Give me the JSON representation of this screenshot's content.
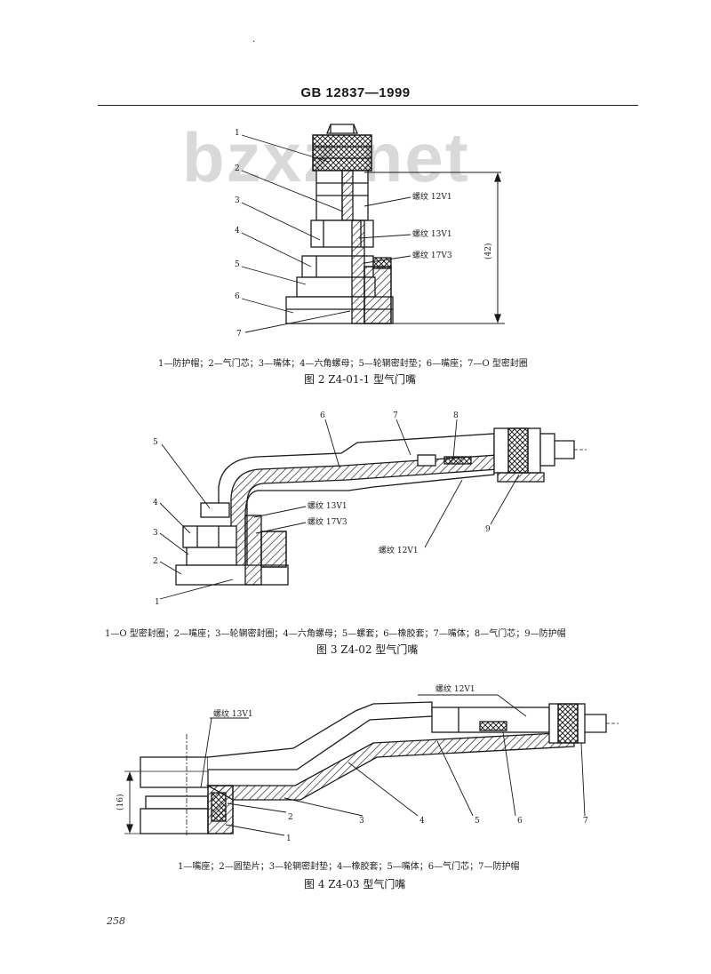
{
  "header": {
    "standard": "GB 12837—1999"
  },
  "watermark": "bzxz.net",
  "page_number": "258",
  "fig2": {
    "labels": [
      "1",
      "2",
      "3",
      "4",
      "5",
      "6",
      "7"
    ],
    "thread_12": "螺纹 12V1",
    "thread_13": "螺纹 13V1",
    "thread_17": "螺纹 17V3",
    "dimension": "(42)",
    "caption": "1—防护帽；2—气门芯；3—嘴体；4—六角螺母；5—轮辋密封垫；6—嘴座；7—O 型密封圈",
    "title": "图 2   Z4-01-1 型气门嘴"
  },
  "fig3": {
    "labels": [
      "1",
      "2",
      "3",
      "4",
      "5",
      "6",
      "7",
      "8",
      "9"
    ],
    "thread_13": "螺纹 13V1",
    "thread_17": "螺纹 17V3",
    "thread_12": "螺纹 12V1",
    "caption": "1—O 型密封圈；2—嘴座；3—轮辋密封圈；4—六角螺母；5—螺套；6—橡胶套；7—嘴体；8—气门芯；9—防护帽",
    "title": "图 3   Z4-02 型气门嘴"
  },
  "fig4": {
    "labels": [
      "1",
      "2",
      "3",
      "4",
      "5",
      "6",
      "7"
    ],
    "thread_12": "螺纹 12V1",
    "thread_13": "螺纹 13V1",
    "dimension": "(16)",
    "caption": "1—嘴座；2—圆垫片；3—轮辋密封垫；4—橡胶套；5—嘴体；6—气门芯；7—防护帽",
    "title": "图 4   Z4-03 型气门嘴"
  }
}
